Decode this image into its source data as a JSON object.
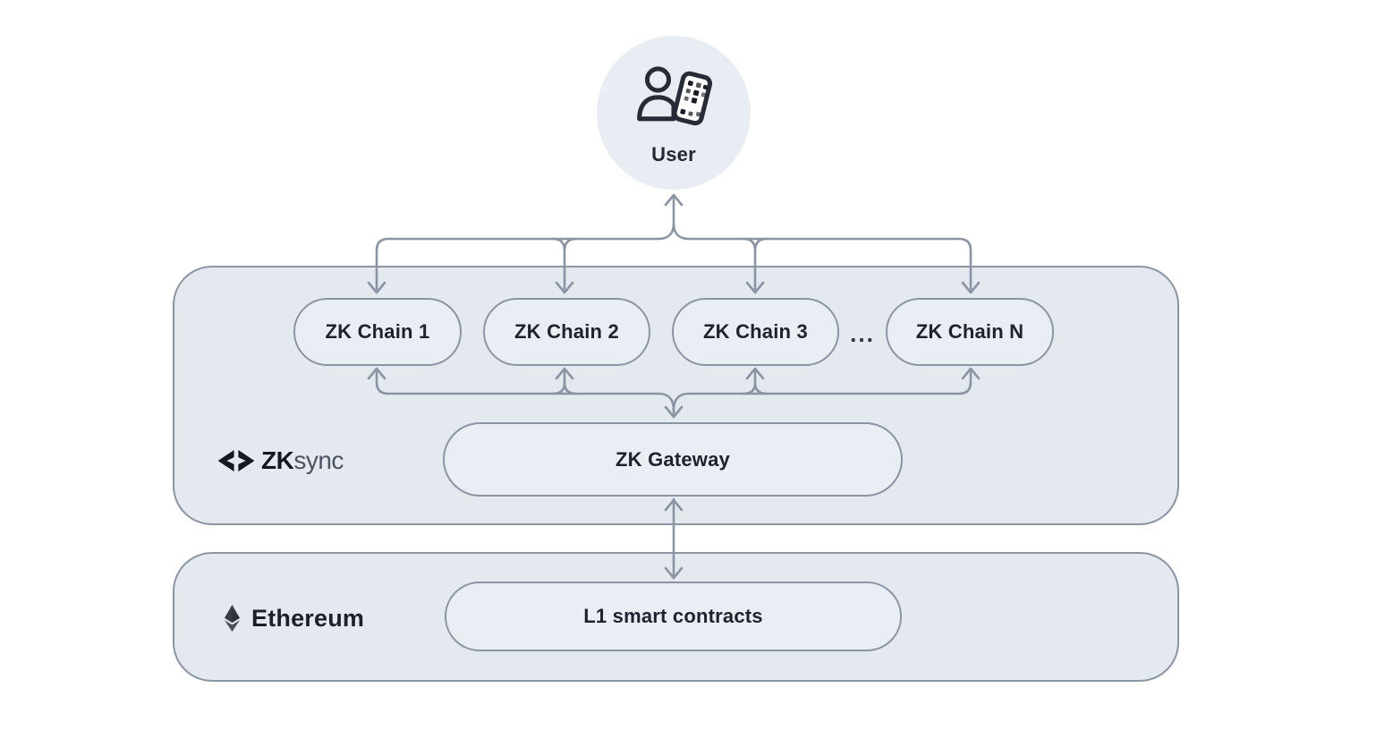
{
  "diagram": {
    "user": {
      "label": "User"
    },
    "zksync": {
      "brand_bold": "ZK",
      "brand_light": "sync",
      "chains": [
        {
          "label": "ZK Chain 1"
        },
        {
          "label": "ZK Chain 2"
        },
        {
          "label": "ZK Chain 3"
        },
        {
          "label": "ZK Chain N"
        }
      ],
      "ellipsis": "...",
      "gateway_label": "ZK Gateway"
    },
    "ethereum": {
      "brand": "Ethereum",
      "contracts_label": "L1 smart contracts"
    },
    "colors": {
      "background": "#ffffff",
      "section_fill": "#e4e9f0",
      "pill_fill": "#e9edf4",
      "border": "#8b94a3",
      "arrow": "#8b94a3",
      "text": "#1d222d"
    }
  }
}
